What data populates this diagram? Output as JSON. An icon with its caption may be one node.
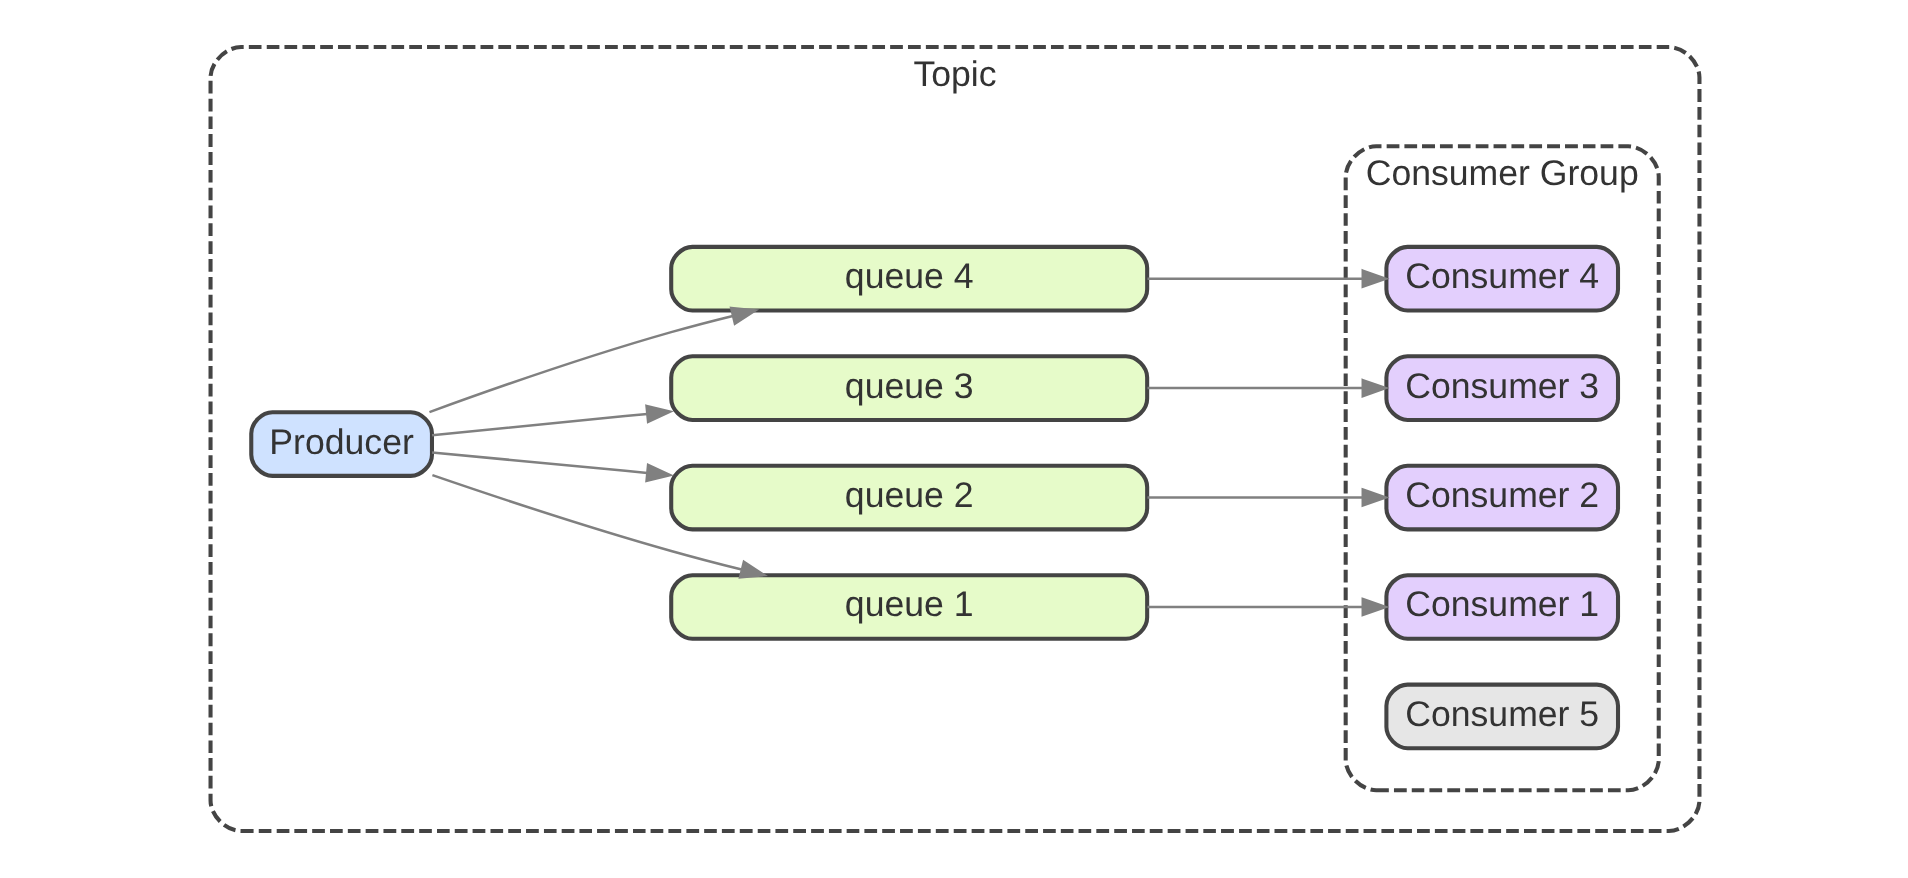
{
  "diagram": {
    "nodes": [
      {
        "text": [
          "Topic"
        ]
      },
      {
        "text": [
          "Producer"
        ],
        "in": 0
      },
      {
        "text": [
          "queue 1"
        ],
        "in": 0
      },
      {
        "text": [
          "queue 2"
        ],
        "in": 0
      },
      {
        "text": [
          "queue 3"
        ],
        "in": 0
      },
      {
        "text": [
          "queue 4"
        ],
        "in": 0
      },
      {
        "text": [
          "Consumer Group"
        ],
        "in": 0
      },
      {
        "text": [
          "Consumer 1"
        ],
        "in": 6
      },
      {
        "text": [
          "Consumer 2"
        ],
        "in": 6
      },
      {
        "text": [
          "Consumer 3"
        ],
        "in": 6
      },
      {
        "text": [
          "Consumer 4"
        ],
        "in": 6
      },
      {
        "text": [
          "Consumer 5"
        ],
        "in": 6
      }
    ],
    "edges": [
      {
        "from": 1,
        "to": 2,
        "arrow": "to"
      },
      {
        "from": 1,
        "to": 3,
        "arrow": "to"
      },
      {
        "from": 1,
        "to": 4,
        "arrow": "to"
      },
      {
        "from": 1,
        "to": 5,
        "arrow": "to"
      },
      {
        "from": 2,
        "to": 7,
        "arrow": "to"
      },
      {
        "from": 3,
        "to": 8,
        "arrow": "to"
      },
      {
        "from": 4,
        "to": 9,
        "arrow": "to"
      },
      {
        "from": 5,
        "to": 10,
        "arrow": "to"
      }
    ]
  }
}
